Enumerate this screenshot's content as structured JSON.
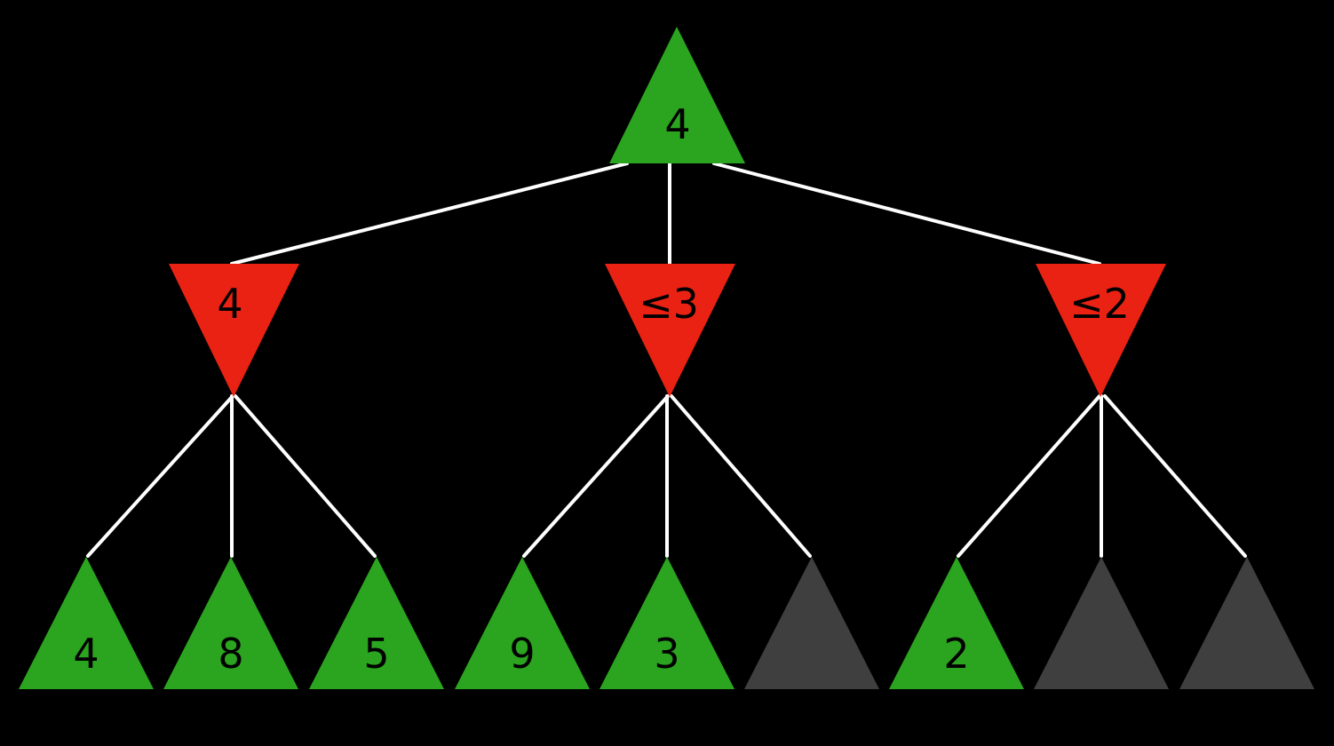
{
  "diagram": {
    "kind": "minimax-game-tree-with-pruning",
    "colors": {
      "background": "#000000",
      "max_node": "#2ba41f",
      "min_node": "#ea2213",
      "pruned_node": "#3f3f3f",
      "edge": "#ffffff",
      "label": "#000000"
    },
    "tree": {
      "root": {
        "label": "4",
        "role": "max",
        "children": [
          {
            "label": "4",
            "role": "min",
            "children": [
              {
                "label": "4",
                "role": "leaf"
              },
              {
                "label": "8",
                "role": "leaf"
              },
              {
                "label": "5",
                "role": "leaf"
              }
            ]
          },
          {
            "label": "≤3",
            "role": "min",
            "children": [
              {
                "label": "9",
                "role": "leaf"
              },
              {
                "label": "3",
                "role": "leaf"
              },
              {
                "label": "",
                "role": "pruned"
              }
            ]
          },
          {
            "label": "≤2",
            "role": "min",
            "children": [
              {
                "label": "2",
                "role": "leaf"
              },
              {
                "label": "",
                "role": "pruned"
              },
              {
                "label": "",
                "role": "pruned"
              }
            ]
          }
        ]
      }
    }
  }
}
